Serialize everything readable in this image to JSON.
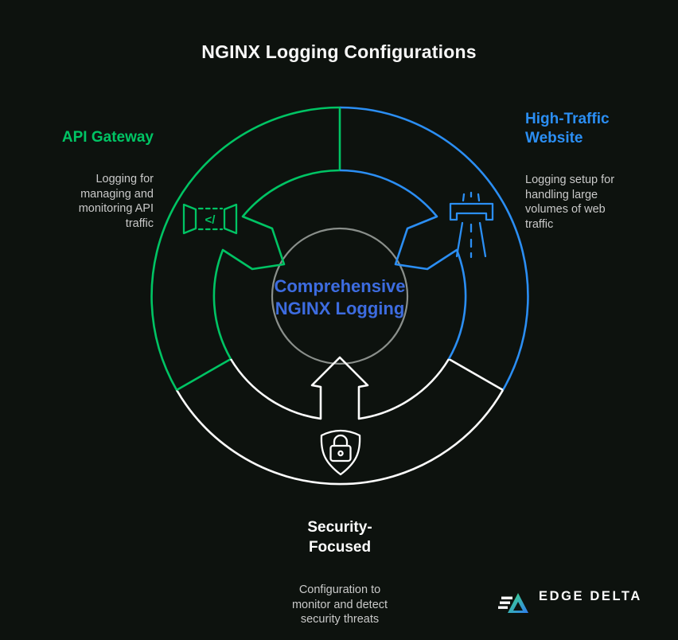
{
  "title": "NGINX Logging Configurations",
  "center": {
    "text": "Comprehensive\nNGINX Logging"
  },
  "segments": {
    "api_gateway": {
      "heading": "API Gateway",
      "body": "Logging for\nmanaging and\nmonitoring API\ntraffic",
      "icon": "api-gateway-icon",
      "icon_glyph": "</"
    },
    "high_traffic": {
      "heading": "High-Traffic\nWebsite",
      "body": "Logging setup for\nhandling large\nvolumes of web\ntraffic",
      "icon": "highway-icon"
    },
    "security": {
      "heading": "Security-\nFocused",
      "body": "Configuration to\nmonitor and detect\nsecurity threats",
      "icon": "shield-lock-icon"
    }
  },
  "branding": {
    "logo_text": "EDGE DELTA",
    "logo_mark": "edge-delta-delta-icon"
  },
  "colors": {
    "bg": "#0d120e",
    "title_color": "#f8f8f8",
    "green": "#00c464",
    "blue": "#2b8ef3",
    "center_blue": "#3d6ce0",
    "white": "#fdfdfd",
    "body_text": "#c9c9c9",
    "gray_ring": "#8a8f8b",
    "logo_green": "#3fe07c",
    "logo_blue": "#2e7bf0"
  }
}
